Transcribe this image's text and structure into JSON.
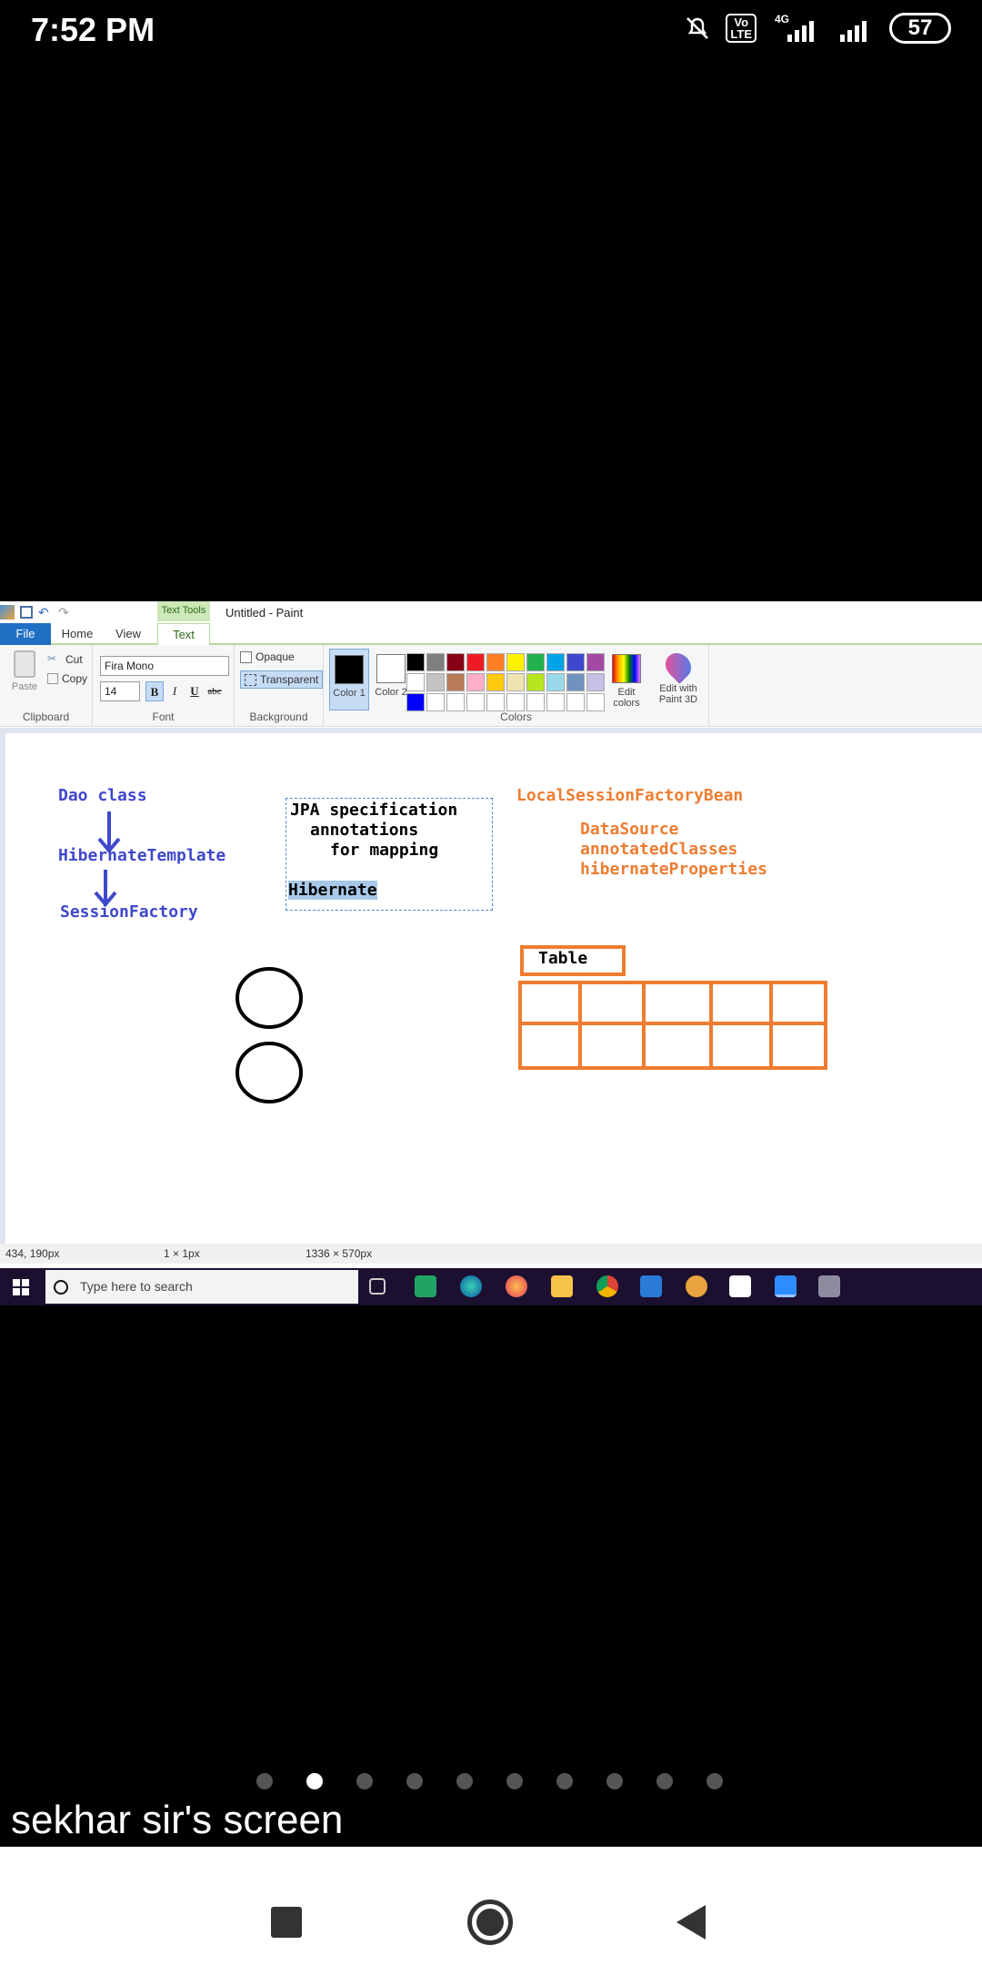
{
  "status_bar": {
    "time": "7:52 PM",
    "network": "4G",
    "volte": "Vo\nLTE",
    "battery": "57"
  },
  "paint": {
    "title": "Untitled - Paint",
    "context_tab": "Text Tools",
    "tabs": [
      "File",
      "Home",
      "View",
      "Text"
    ],
    "clipboard": {
      "paste": "Paste",
      "cut": "Cut",
      "copy": "Copy",
      "label": "Clipboard"
    },
    "font": {
      "family": "Fira Mono",
      "size": "14",
      "bold": "B",
      "italic": "I",
      "underline": "U",
      "strike": "abc",
      "label": "Font"
    },
    "background": {
      "opaque": "Opaque",
      "transparent": "Transparent",
      "label": "Background"
    },
    "colors": {
      "color1": "Color 1",
      "color2": "Color 2",
      "edit": "Edit colors",
      "paint3d": "Edit with Paint 3D",
      "label": "Colors",
      "row1": [
        "#000000",
        "#7f7f7f",
        "#880015",
        "#ed1c24",
        "#ff7f27",
        "#fff200",
        "#22b14c",
        "#00a2e8",
        "#3f48cc",
        "#a349a4"
      ],
      "row2": [
        "#ffffff",
        "#c3c3c3",
        "#b97a57",
        "#ffaec9",
        "#ffc90e",
        "#efe4b0",
        "#b5e61d",
        "#99d9ea",
        "#7092be",
        "#c8bfe7"
      ],
      "row3": [
        "#0000ff",
        "#ffffff",
        "#ffffff",
        "#ffffff",
        "#ffffff",
        "#ffffff",
        "#ffffff",
        "#ffffff",
        "#ffffff",
        "#ffffff"
      ]
    },
    "canvas": {
      "blue_items": [
        "Dao class",
        "HibernateTemplate",
        "SessionFactory"
      ],
      "textbox_lines": [
        "JPA specification",
        "annotations",
        "for mapping"
      ],
      "textbox_highlight": "Hibernate",
      "orange_title": "LocalSessionFactoryBean",
      "orange_props": [
        "DataSource",
        "annotatedClasses",
        "hibernateProperties"
      ],
      "table_label": "Table"
    },
    "statusbar": {
      "cursor": "434, 190px",
      "selection": "1 × 1px",
      "size": "1336 × 570px"
    },
    "search_placeholder": "Type here to search"
  },
  "caption": "sekhar sir's screen",
  "accent": "#ed7d31",
  "blue": "#3f48cc"
}
